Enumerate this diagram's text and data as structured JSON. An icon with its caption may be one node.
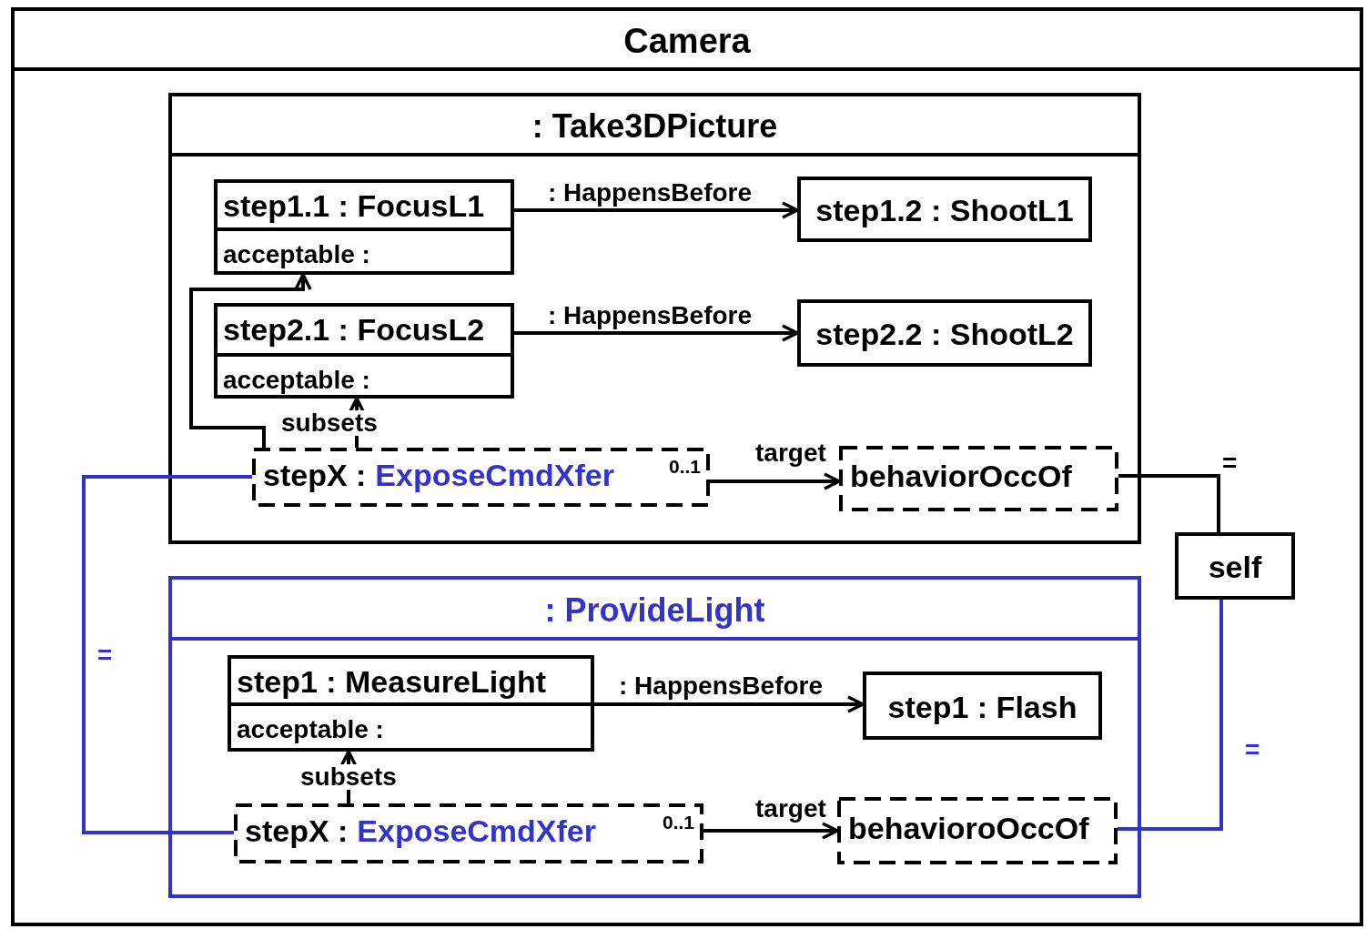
{
  "diagram": {
    "nodes": [
      {
        "text": [
          "Camera"
        ]
      },
      {
        "text": [
          ": Take3DPicture"
        ],
        "in": 0
      },
      {
        "text": [
          "step1.1 : FocusL1",
          "acceptable :"
        ],
        "in": 1
      },
      {
        "text": [
          "step1.2 : ShootL1"
        ],
        "in": 1
      },
      {
        "text": [
          "step2.1 : FocusL2",
          "acceptable :"
        ],
        "in": 1
      },
      {
        "text": [
          "step2.2 : ShootL2"
        ],
        "in": 1
      },
      {
        "text": [
          "stepX :",
          "ExposeCmdXfer",
          "0..1"
        ],
        "in": 1
      },
      {
        "text": [
          "behaviorOccOf"
        ],
        "in": 1
      },
      {
        "text": [
          "self"
        ],
        "in": 0
      },
      {
        "text": [
          ": ProvideLight"
        ],
        "in": 0
      },
      {
        "text": [
          "step1 : MeasureLight",
          "acceptable :"
        ],
        "in": 9
      },
      {
        "text": [
          "step1 : Flash"
        ],
        "in": 9
      },
      {
        "text": [
          "stepX :",
          "ExposeCmdXfer",
          "0..1"
        ],
        "in": 9
      },
      {
        "text": [
          "behavioroOccOf"
        ],
        "in": 9
      }
    ],
    "edges": [
      {
        "from": 2,
        "to": 3,
        "arrow": "to",
        "label": ": HappensBefore"
      },
      {
        "from": 4,
        "to": 5,
        "arrow": "to",
        "label": ": HappensBefore"
      },
      {
        "from": 6,
        "to": 2,
        "arrow": "to"
      },
      {
        "from": 6,
        "to": 4,
        "arrow": "to",
        "label": "subsets"
      },
      {
        "from": 6,
        "to": 7,
        "arrow": "to",
        "label": "target"
      },
      {
        "from": 7,
        "to": 8,
        "arrow": "none",
        "label": "="
      },
      {
        "from": 10,
        "to": 11,
        "arrow": "to",
        "label": ": HappensBefore"
      },
      {
        "from": 12,
        "to": 10,
        "arrow": "to",
        "label": "subsets"
      },
      {
        "from": 12,
        "to": 13,
        "arrow": "to",
        "label": "target"
      },
      {
        "from": 6,
        "to": 12,
        "arrow": "none",
        "label": "=",
        "color": "#3333cc"
      },
      {
        "from": 13,
        "to": 8,
        "arrow": "none",
        "label": "=",
        "color": "#3333cc"
      }
    ]
  }
}
